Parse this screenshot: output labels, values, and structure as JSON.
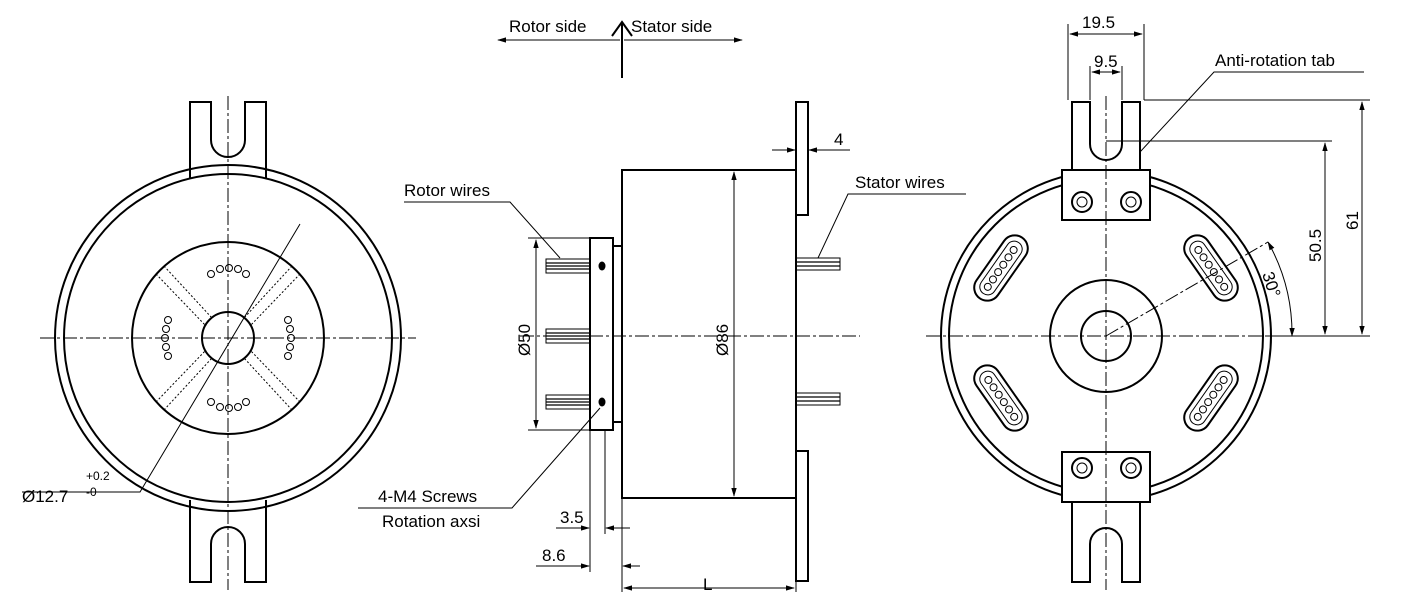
{
  "drawing": {
    "title": "",
    "labels": {
      "rotor_side": "Rotor side",
      "stator_side": "Stator side",
      "rotor_wires": "Rotor wires",
      "stator_wires": "Stator wires",
      "anti_rotation_tab": "Anti-rotation tab",
      "screws": "4-M4 Screws",
      "rotation_axis": "Rotation axsi"
    },
    "dimensions": {
      "bore_dia": "Ø12.7",
      "bore_tol_upper": "+0.2",
      "bore_tol_lower": "-0",
      "flange_thickness": "4",
      "rotor_dia": "Ø50",
      "body_dia": "Ø86",
      "dim_3_5": "3.5",
      "dim_8_6": "8.6",
      "length": "L",
      "tab_width": "19.5",
      "slot_width": "9.5",
      "dim_50_5": "50.5",
      "dim_61": "61",
      "angle": "30°"
    }
  }
}
